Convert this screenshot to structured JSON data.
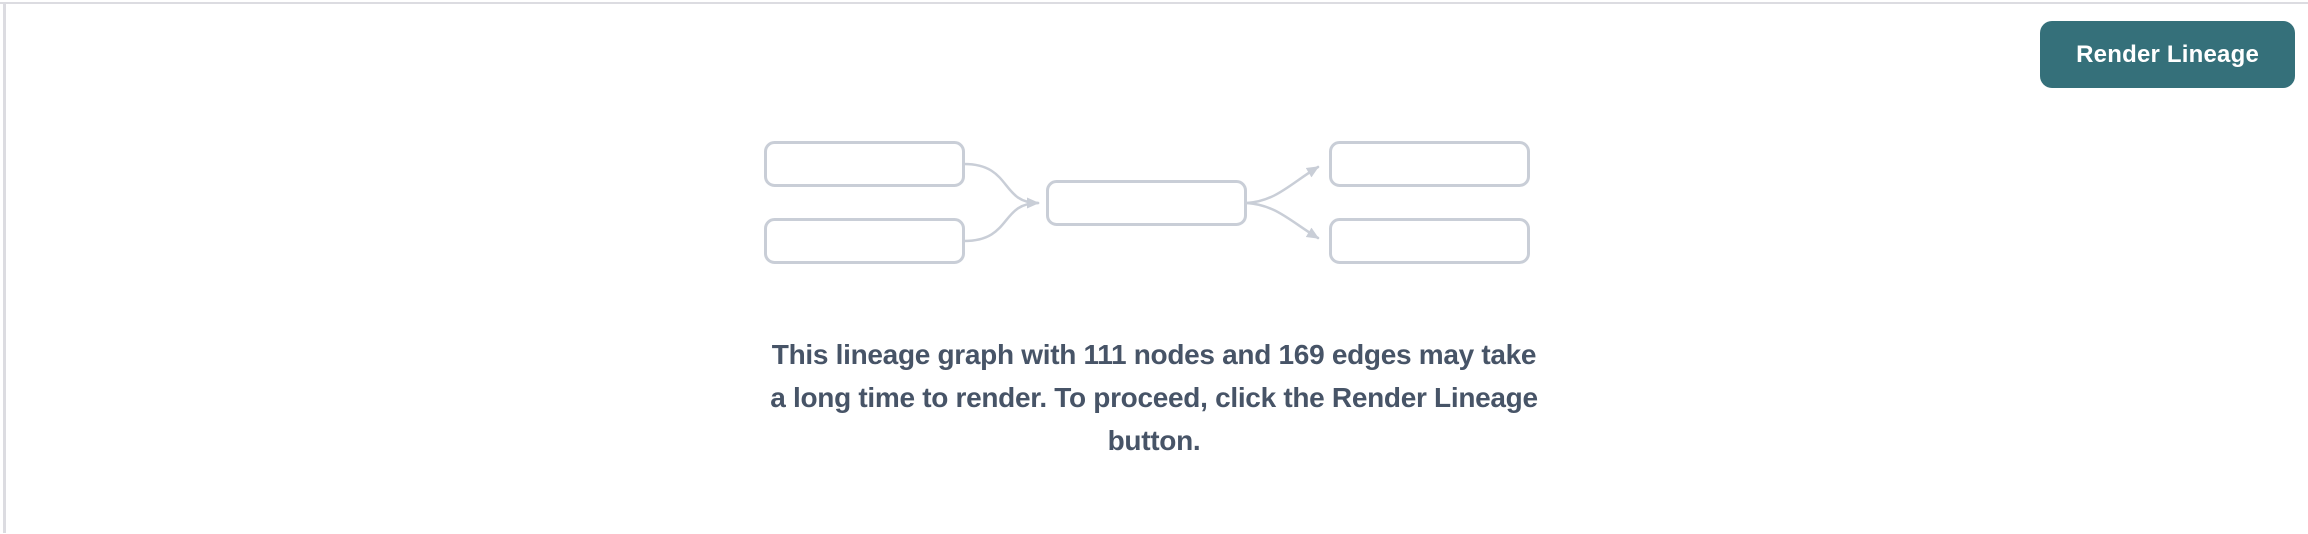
{
  "header": {
    "render_button": {
      "label": "Render Lineage"
    }
  },
  "main": {
    "message_full": "This lineage graph with 111 nodes and 169 edges may take a long time to render. To proceed, click the Render Lineage button.",
    "message_lines": [
      "This lineage graph with 111 nodes and 169 edges may take",
      "a long time to render. To proceed, click the Render Lineage",
      "button."
    ],
    "node_count": "111",
    "edge_count": "169"
  },
  "colors": {
    "accent_teal": "#35707A",
    "button_text": "#FFFFFF",
    "message_text": "#475467",
    "diagram_stroke": "#C9CED7",
    "box_fill": "#FFFFFF",
    "divider": "#DCDCE1",
    "page_bg": "#FFFFFF"
  }
}
